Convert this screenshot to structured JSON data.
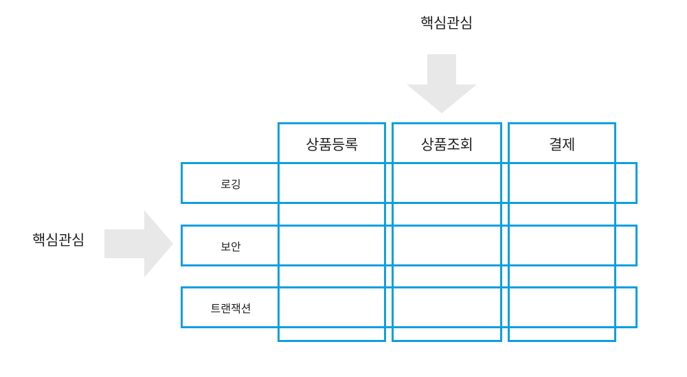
{
  "diagram": {
    "type": "crosscutting-concerns-matrix",
    "accent_color": "#0b9fe0",
    "arrow_color": "#e8e8e8",
    "text_color": "#231f20",
    "top_label": "핵심관심",
    "left_label": "핵심관심",
    "top_arrow_icon": "arrow-down-icon",
    "left_arrow_icon": "arrow-right-icon",
    "columns": [
      {
        "label": "상품등록"
      },
      {
        "label": "상품조회"
      },
      {
        "label": "결제"
      }
    ],
    "rows": [
      {
        "label": "로깅"
      },
      {
        "label": "보안"
      },
      {
        "label": "트랜잭션"
      }
    ]
  }
}
